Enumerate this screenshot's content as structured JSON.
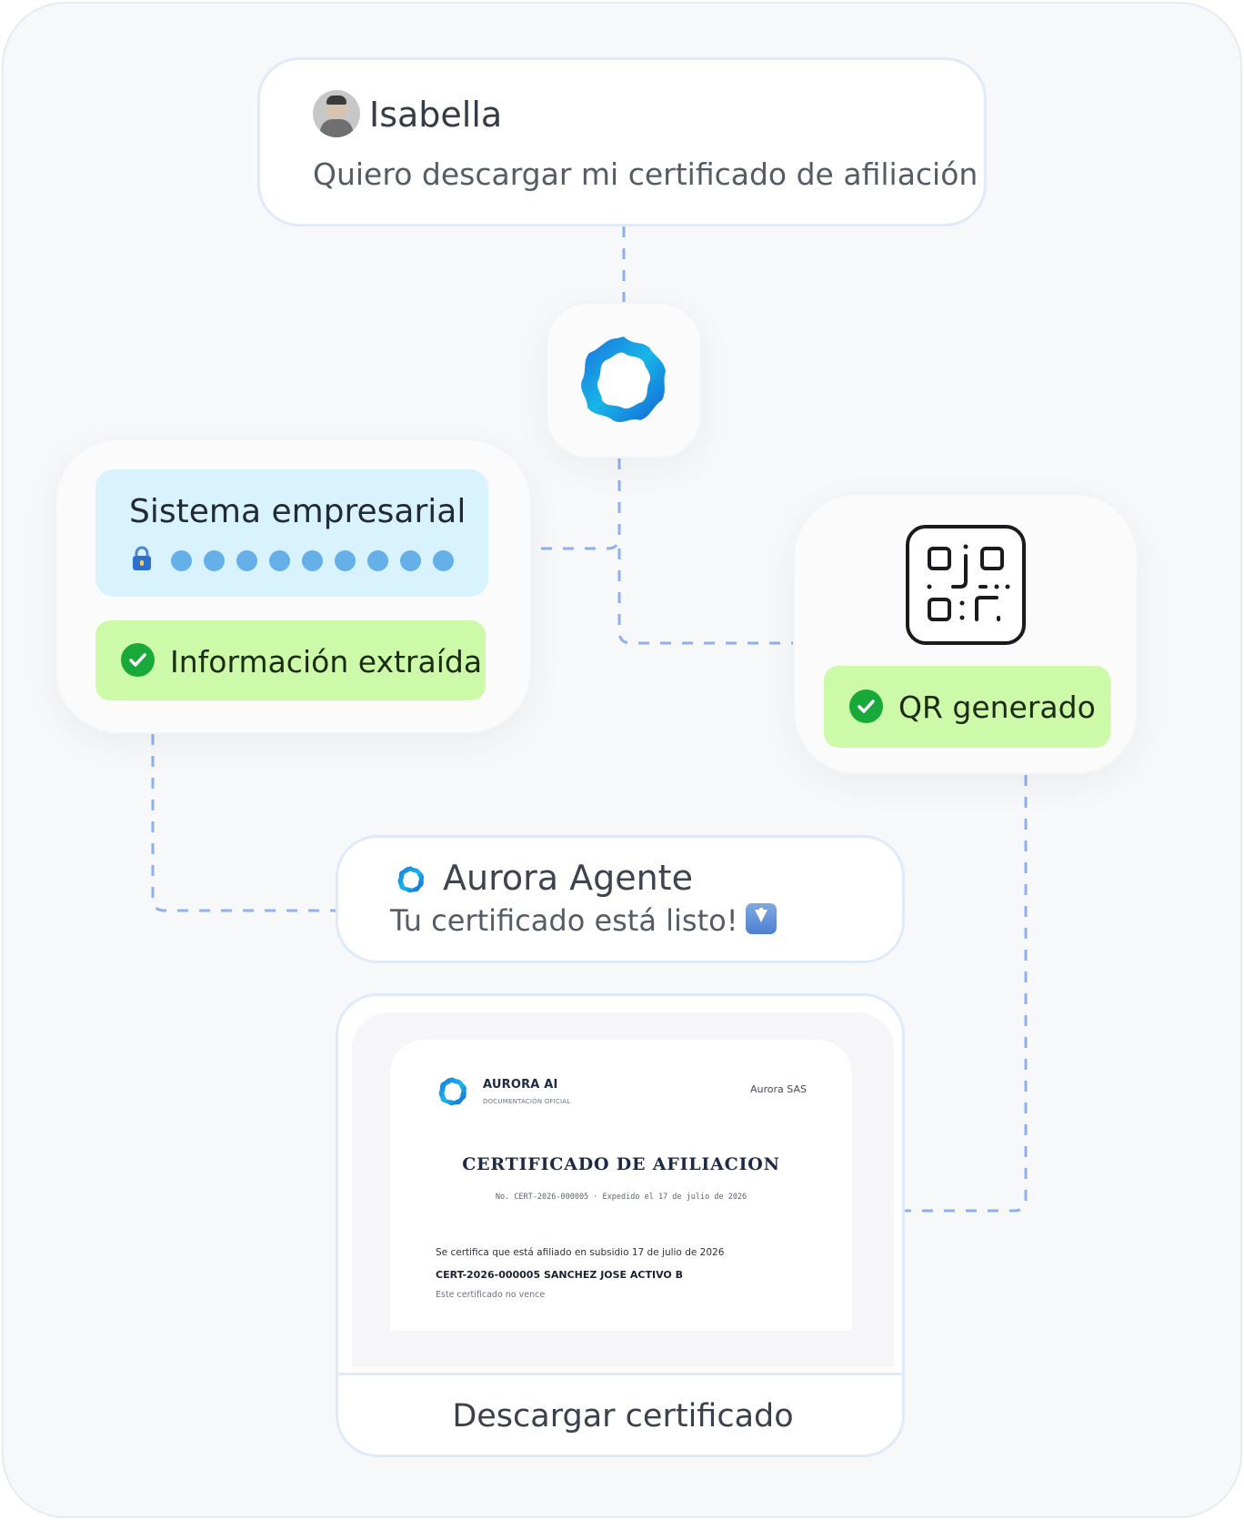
{
  "user_message": {
    "name": "Isabella",
    "text": "Quiero descargar mi certificado de afiliación"
  },
  "system": {
    "title": "Sistema empresarial",
    "status": "Información extraída"
  },
  "qr": {
    "status": "QR generado"
  },
  "agent_reply": {
    "name": "Aurora Agente",
    "text": "Tu certificado está listo!"
  },
  "certificate": {
    "brand": "AURORA AI",
    "brand_subtitle": "DOCUMENTACIÓN OFICIAL",
    "issuer": "Aurora SAS",
    "title": "CERTIFICADO DE AFILIACION",
    "meta": "No. CERT-2026-000005 · Expedido el 17 de julio de 2026",
    "line1": "Se certifica que está afiliado en subsidio 17 de julio de 2026",
    "line2": "CERT-2026-000005 SANCHEZ JOSE ACTIVO B",
    "line3": "Este certificado no vence"
  },
  "download_button": {
    "label": "Descargar certificado"
  },
  "icons": {
    "user_avatar": "avatar",
    "aurora_logo": "aurora-ring-icon",
    "lock": "lock-icon",
    "check": "check-circle-icon",
    "qr": "qr-code-icon",
    "download": "down-arrow-button-icon"
  },
  "colors": {
    "background": "#f7f8fa",
    "card_border": "#dfeafb",
    "system_box": "#d8f3fd",
    "success_box": "#cdfaa9",
    "check": "#19a83a",
    "dot": "#66b0ea",
    "connector": "#8fb0ef"
  }
}
